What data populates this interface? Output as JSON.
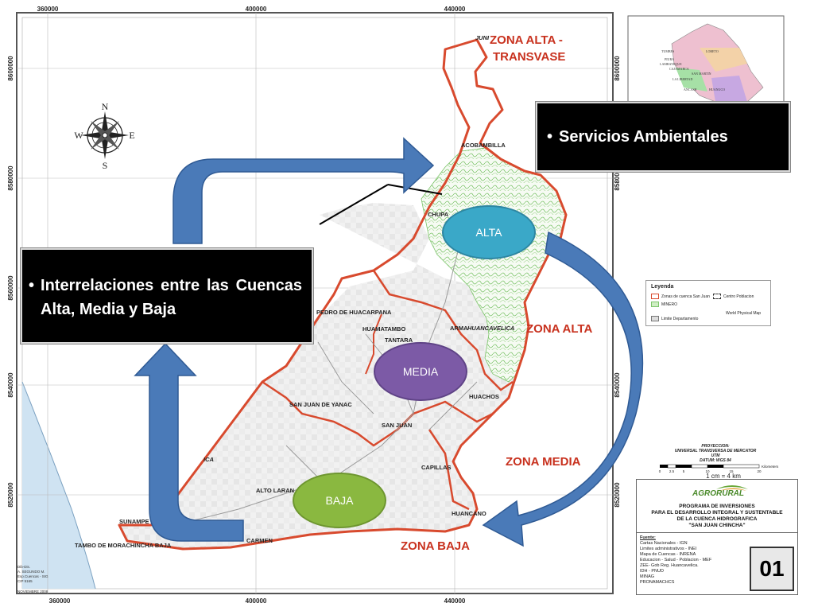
{
  "map": {
    "coords_x": [
      "360000",
      "400000",
      "440000"
    ],
    "coords_y": [
      "8600000",
      "8580000",
      "8560000",
      "8540000",
      "8520000"
    ],
    "zones": {
      "alta_transvase_line1": "ZONA ALTA -",
      "alta_transvase_line2": "TRANSVASE",
      "alta": "ZONA ALTA",
      "media": "ZONA MEDIA",
      "baja": "ZONA BAJA"
    },
    "places": {
      "junin": "JUNI",
      "acobambilla": "ACOBAMBILLA",
      "chupa": "CHUPA",
      "pedro": "PEDRO DE HUACARPANA",
      "huamatambo": "HUAMATAMBO",
      "tantara": "TANTARA",
      "arma": "ARMA",
      "huancavelica": "HUANCAVELICA",
      "huachos": "HUACHOS",
      "yanac": "SAN JUAN DE YANAC",
      "san_juan": "SAN JUAN",
      "ica": "ICA",
      "capillas": "CAPILLAS",
      "alto_laran": "ALTO LARAN",
      "huancano": "HUANCANO",
      "sunampe": "SUNAMPE",
      "tambo": "TAMBO DE MORACHINCHA BAJA",
      "carmen": "CARMEN"
    },
    "compass": {
      "n": "N",
      "s": "S",
      "e": "E",
      "w": "W"
    },
    "author_block": [
      "Dib-Dis.",
      "A. SEGUNDO M.",
      "Esp.Cuencas - SIG",
      "CIP 5165",
      "NOVIEMBRE 2008"
    ]
  },
  "callouts": {
    "services": "Servicios Ambientales",
    "interrelations": "Interrelaciones entre las Cuencas Alta, Media y Baja"
  },
  "ellipses": {
    "alta": "ALTA",
    "media": "MEDIA",
    "baja": "BAJA"
  },
  "legend": {
    "title": "Leyenda",
    "item1": "Zonas de cuenca San Juan",
    "item2": "Centro Poblacion",
    "item3": "MINERO",
    "item4": "World Physical Map",
    "item5": "Limite Departamento"
  },
  "projection": {
    "line1": "PROYECCION:",
    "line2": "UNIVERSAL TRANSVERSA DE MERCATOR",
    "line3": "UTM",
    "line4": "DATUM: WGS 84",
    "scale_ticks": [
      "0",
      "2.5",
      "5",
      "10",
      "15",
      "20"
    ],
    "scale_unit": "Kilometers",
    "scale_text": "1 cm = 4 km"
  },
  "info": {
    "logo": "AGRORURAL",
    "program_lines": [
      "PROGRAMA DE INVERSIONES",
      "PARA EL DESARROLLO INTEGRAL Y SUSTENTABLE",
      "DE LA CUENCA HIDROGRAFICA",
      "\"SAN JUAN CHINCHA\""
    ],
    "source_title": "Fuente:",
    "sources": [
      "Cartas Nacionales - IGN",
      "Limites administrativos - INEI",
      "Mapa de Cuencas - INRENA",
      "Educacion - Salud - Poblacion - MEF",
      "ZEE- Gob Reg. Huancavelica.",
      "IDH - PNUD",
      "MINAG",
      "PRONAMACHCS"
    ],
    "sheet_number": "01"
  },
  "inset": {
    "labels": [
      "TUMBES",
      "LORETO",
      "PIURA",
      "LAMBAYEQUE",
      "CAJAMARCA",
      "SAN MARTIN",
      "LA LIBERTAD",
      "ANCASH",
      "HUANUCO"
    ]
  },
  "colors": {
    "boundary_red": "#d84a2e",
    "arrow_blue": "#4a7ab8",
    "arrow_dark": "#2f5a94",
    "alta_ellipse": "#3aa8c8",
    "media_ellipse": "#7c5aa6",
    "baja_ellipse": "#8ab840",
    "forest_green": "#7cc46a"
  }
}
